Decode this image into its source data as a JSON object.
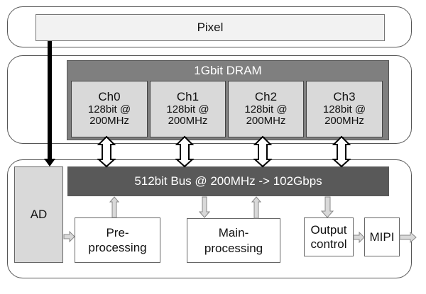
{
  "diagram": {
    "pixel": {
      "label": "Pixel"
    },
    "dram": {
      "title": "1Gbit DRAM",
      "channels": [
        {
          "name": "Ch0",
          "width": "128bit @",
          "freq": "200MHz"
        },
        {
          "name": "Ch1",
          "width": "128bit @",
          "freq": "200MHz"
        },
        {
          "name": "Ch2",
          "width": "128bit @",
          "freq": "200MHz"
        },
        {
          "name": "Ch3",
          "width": "128bit @",
          "freq": "200MHz"
        }
      ]
    },
    "bus": {
      "label": "512bit Bus @ 200MHz -> 102Gbps"
    },
    "ad": {
      "label": "AD"
    },
    "preprocessing": {
      "line1": "Pre-",
      "line2": "processing"
    },
    "mainprocessing": {
      "line1": "Main-",
      "line2": "processing"
    },
    "output_control": {
      "line1": "Output",
      "line2": "control"
    },
    "mipi": {
      "label": "MIPI"
    },
    "colors": {
      "dram_bg": "#7f7f7f",
      "channel_bg": "#d9d9d9",
      "bus_bg": "#595959",
      "pixel_bg": "#f2f2f2",
      "ad_bg": "#d9d9d9",
      "small_arrow": "#d9d9d9"
    }
  }
}
